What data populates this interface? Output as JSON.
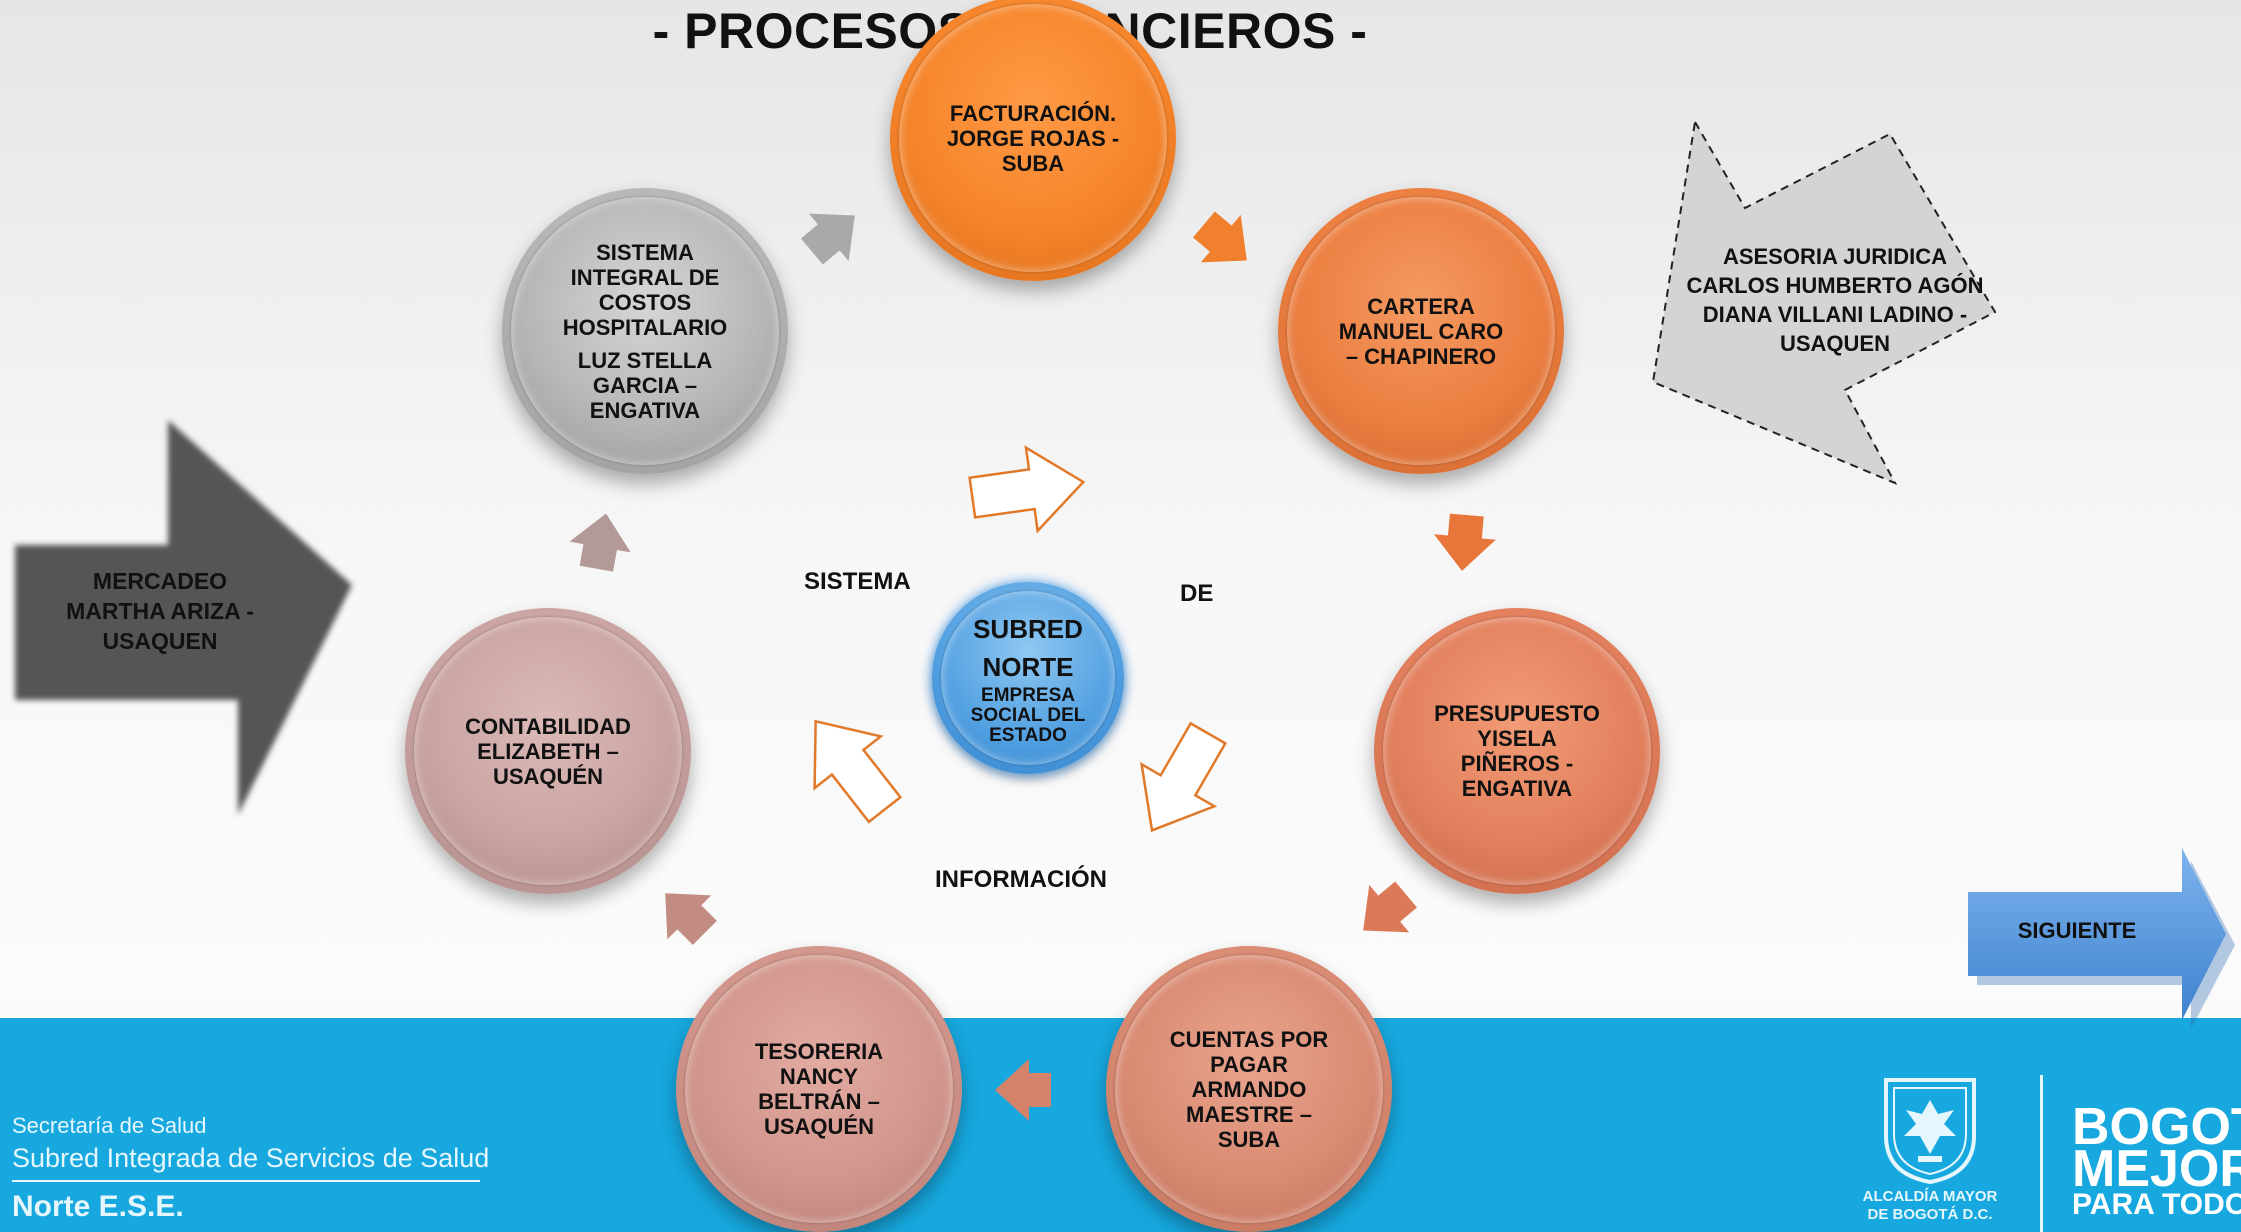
{
  "title": "- PROCESOS FINANCIEROS -",
  "center": {
    "line1": "SUBRED",
    "line2": "NORTE",
    "line3": "EMPRESA",
    "line4": "SOCIAL DEL",
    "line5": "ESTADO"
  },
  "cycle_labels": {
    "left": "SISTEMA",
    "right": "DE",
    "bottom": "INFORMACIÓN"
  },
  "circles": {
    "facturacion": [
      "FACTURACIÓN.",
      "JORGE ROJAS -",
      "SUBA"
    ],
    "cartera": [
      "CARTERA",
      "MANUEL CARO",
      "– CHAPINERO"
    ],
    "presupuesto": [
      "PRESUPUESTO",
      "YISELA",
      "PIÑEROS -",
      "ENGATIVA"
    ],
    "cuentas": [
      "CUENTAS POR",
      "PAGAR",
      "ARMANDO",
      "MAESTRE –",
      "SUBA"
    ],
    "tesoreria": [
      "TESORERIA",
      "NANCY",
      "BELTRÁN –",
      "USAQUÉN"
    ],
    "contabilidad": [
      "CONTABILIDAD",
      "ELIZABETH –",
      "USAQUÉN"
    ],
    "sistema": [
      "SISTEMA",
      "INTEGRAL DE",
      "COSTOS",
      "HOSPITALARIO",
      "LUZ STELLA",
      "GARCIA –",
      "ENGATIVA"
    ]
  },
  "mercadeo": [
    "MERCADEO",
    "MARTHA ARIZA -",
    "USAQUEN"
  ],
  "asesoria": [
    "ASESORIA JURIDICA",
    "CARLOS HUMBERTO AGÓN",
    "DIANA VILLANI LADINO -",
    "USAQUEN"
  ],
  "siguiente_label": "SIGUIENTE",
  "footer": {
    "secretaria": "Secretaría de Salud",
    "subred": "Subred Integrada de Servicios de Salud",
    "norte": "Norte E.S.E.",
    "alcaldia_1": "ALCALDÍA MAYOR",
    "alcaldia_2": "DE BOGOTÁ D.C.",
    "bogota_1": "BOGOTÁ",
    "bogota_2": "MEJOR",
    "bogota_3": "PARA TODOS"
  },
  "colors": {
    "footer_band": "#17a8df",
    "facturacion": "#f5842a",
    "cartera": "#ec7e40",
    "presupuesto": "#e27f5c",
    "cuentas": "#d98a72",
    "tesoreria": "#d1958b",
    "contabilidad": "#c8a3a1",
    "sistema": "#b5b5b5",
    "center": "#4f9ee0",
    "mercadeo_arrow": "#5a5a5a",
    "asesoria_arrow": "#d4d4d4",
    "siguiente_arrow": "#4a90d9",
    "cycle_arrow_outline": "#e07a2a"
  }
}
